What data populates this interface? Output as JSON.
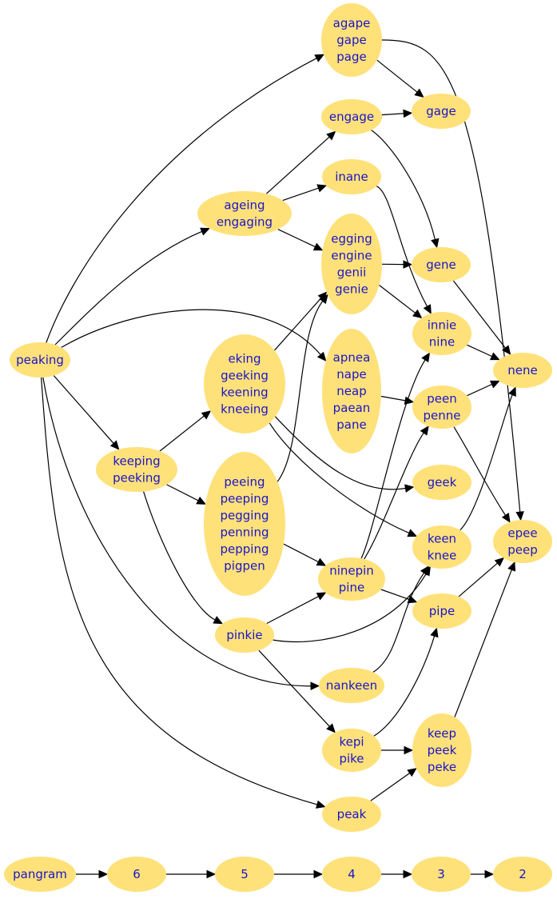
{
  "colors": {
    "node_fill": "#ffe17a",
    "node_text": "#1a14c8",
    "edge": "#000000",
    "background": "#ffffff"
  },
  "nodes": [
    {
      "id": "peaking",
      "words": [
        "peaking"
      ]
    },
    {
      "id": "agape",
      "words": [
        "agape",
        "gape",
        "page"
      ]
    },
    {
      "id": "engage",
      "words": [
        "engage"
      ]
    },
    {
      "id": "gage",
      "words": [
        "gage"
      ]
    },
    {
      "id": "inane",
      "words": [
        "inane"
      ]
    },
    {
      "id": "ageing",
      "words": [
        "ageing",
        "engaging"
      ]
    },
    {
      "id": "egging",
      "words": [
        "egging",
        "engine",
        "genii",
        "genie"
      ]
    },
    {
      "id": "gene",
      "words": [
        "gene"
      ]
    },
    {
      "id": "innie",
      "words": [
        "innie",
        "nine"
      ]
    },
    {
      "id": "nene",
      "words": [
        "nene"
      ]
    },
    {
      "id": "apnea",
      "words": [
        "apnea",
        "nape",
        "neap",
        "paean",
        "pane"
      ]
    },
    {
      "id": "eking",
      "words": [
        "eking",
        "geeking",
        "keening",
        "kneeing"
      ]
    },
    {
      "id": "peen",
      "words": [
        "peen",
        "penne"
      ]
    },
    {
      "id": "keeping",
      "words": [
        "keeping",
        "peeking"
      ]
    },
    {
      "id": "geek",
      "words": [
        "geek"
      ]
    },
    {
      "id": "peeing",
      "words": [
        "peeing",
        "peeping",
        "pegging",
        "penning",
        "pepping",
        "pigpen"
      ]
    },
    {
      "id": "keen",
      "words": [
        "keen",
        "knee"
      ]
    },
    {
      "id": "epee",
      "words": [
        "epee",
        "peep"
      ]
    },
    {
      "id": "ninepin",
      "words": [
        "ninepin",
        "pine"
      ]
    },
    {
      "id": "pipe",
      "words": [
        "pipe"
      ]
    },
    {
      "id": "pinkie",
      "words": [
        "pinkie"
      ]
    },
    {
      "id": "nankeen",
      "words": [
        "nankeen"
      ]
    },
    {
      "id": "kepi",
      "words": [
        "kepi",
        "pike"
      ]
    },
    {
      "id": "keep",
      "words": [
        "keep",
        "peek",
        "peke"
      ]
    },
    {
      "id": "peak",
      "words": [
        "peak"
      ]
    },
    {
      "id": "pangram",
      "words": [
        "pangram"
      ]
    },
    {
      "id": "r6",
      "words": [
        "6"
      ]
    },
    {
      "id": "r5",
      "words": [
        "5"
      ]
    },
    {
      "id": "r4",
      "words": [
        "4"
      ]
    },
    {
      "id": "r3",
      "words": [
        "3"
      ]
    },
    {
      "id": "r2",
      "words": [
        "2"
      ]
    }
  ],
  "edges": [
    [
      "peaking",
      "agape"
    ],
    [
      "peaking",
      "ageing"
    ],
    [
      "peaking",
      "apnea"
    ],
    [
      "peaking",
      "keeping"
    ],
    [
      "peaking",
      "nankeen"
    ],
    [
      "peaking",
      "peak"
    ],
    [
      "agape",
      "gage"
    ],
    [
      "agape",
      "epee"
    ],
    [
      "engage",
      "gage"
    ],
    [
      "engage",
      "gene"
    ],
    [
      "inane",
      "innie"
    ],
    [
      "ageing",
      "engage"
    ],
    [
      "ageing",
      "inane"
    ],
    [
      "ageing",
      "egging"
    ],
    [
      "egging",
      "gene"
    ],
    [
      "egging",
      "innie"
    ],
    [
      "gene",
      "nene"
    ],
    [
      "innie",
      "nene"
    ],
    [
      "apnea",
      "peen"
    ],
    [
      "eking",
      "egging"
    ],
    [
      "eking",
      "geek"
    ],
    [
      "eking",
      "keen"
    ],
    [
      "keeping",
      "eking"
    ],
    [
      "keeping",
      "peeing"
    ],
    [
      "keeping",
      "pinkie"
    ],
    [
      "peeing",
      "egging"
    ],
    [
      "peeing",
      "ninepin"
    ],
    [
      "peen",
      "nene"
    ],
    [
      "peen",
      "epee"
    ],
    [
      "keen",
      "nene"
    ],
    [
      "ninepin",
      "innie"
    ],
    [
      "ninepin",
      "peen"
    ],
    [
      "ninepin",
      "pipe"
    ],
    [
      "pinkie",
      "ninepin"
    ],
    [
      "pinkie",
      "keen"
    ],
    [
      "pinkie",
      "kepi"
    ],
    [
      "nankeen",
      "keen"
    ],
    [
      "pipe",
      "epee"
    ],
    [
      "kepi",
      "pipe"
    ],
    [
      "kepi",
      "keep"
    ],
    [
      "peak",
      "keep"
    ],
    [
      "keep",
      "epee"
    ],
    [
      "pangram",
      "r6"
    ],
    [
      "r6",
      "r5"
    ],
    [
      "r5",
      "r4"
    ],
    [
      "r4",
      "r3"
    ],
    [
      "r3",
      "r2"
    ]
  ]
}
